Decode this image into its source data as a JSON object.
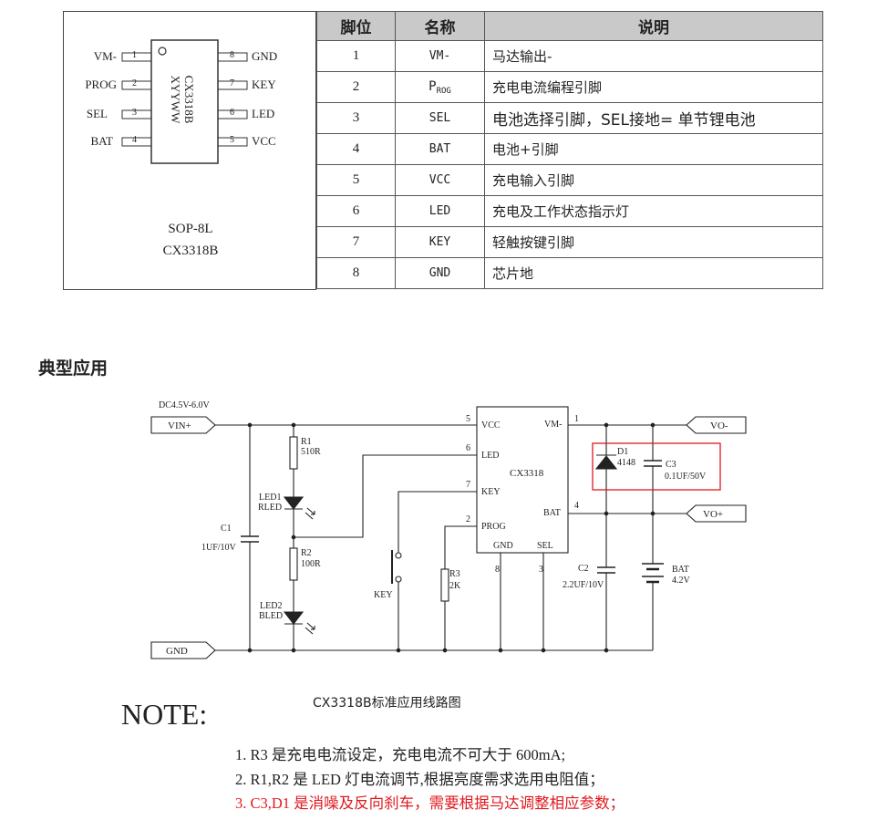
{
  "package": {
    "chip_line1": "CX3318B",
    "chip_line2": "XYYWW",
    "pkg_type": "SOP-8L",
    "part": "CX3318B",
    "pins_left": [
      {
        "num": "1",
        "name": "VM-"
      },
      {
        "num": "2",
        "name": "PROG"
      },
      {
        "num": "3",
        "name": "SEL"
      },
      {
        "num": "4",
        "name": "BAT"
      }
    ],
    "pins_right": [
      {
        "num": "8",
        "name": "GND"
      },
      {
        "num": "7",
        "name": "KEY"
      },
      {
        "num": "6",
        "name": "LED"
      },
      {
        "num": "5",
        "name": "VCC"
      }
    ]
  },
  "pin_table": {
    "headers": [
      "脚位",
      "名称",
      "说明"
    ],
    "rows": [
      {
        "pin": "1",
        "name": "VM-",
        "desc": "马达输出-"
      },
      {
        "pin": "2",
        "name": "P",
        "name_sub": "ROG",
        "desc": "充电电流编程引脚"
      },
      {
        "pin": "3",
        "name": "SEL",
        "desc": "电池选择引脚，SEL接地= 单节锂电池"
      },
      {
        "pin": "4",
        "name": "BAT",
        "desc": "电池+引脚"
      },
      {
        "pin": "5",
        "name": "VCC",
        "desc": "充电输入引脚"
      },
      {
        "pin": "6",
        "name": "LED",
        "desc": "充电及工作状态指示灯"
      },
      {
        "pin": "7",
        "name": "KEY",
        "desc": "轻触按键引脚"
      },
      {
        "pin": "8",
        "name": "GND",
        "desc": "芯片地"
      }
    ]
  },
  "section_title": "典型应用",
  "schematic": {
    "supply": "DC4.5V-6.0V",
    "vin": "VIN+",
    "gnd": "GND",
    "vo_minus": "VO-",
    "vo_plus": "VO+",
    "r1": "R1",
    "r1_val": "510R",
    "led1": "LED1",
    "led1_type": "RLED",
    "r2": "R2",
    "r2_val": "100R",
    "led2": "LED2",
    "led2_type": "BLED",
    "c1": "C1",
    "c1_val": "1UF/10V",
    "key": "KEY",
    "r3": "R3",
    "r3_val": "2K",
    "ic": "CX3318",
    "ic_vcc": "VCC",
    "ic_led": "LED",
    "ic_key": "KEY",
    "ic_prog": "PROG",
    "ic_gnd": "GND",
    "ic_sel": "SEL",
    "ic_vm": "VM-",
    "ic_bat": "BAT",
    "pin5": "5",
    "pin6": "6",
    "pin7": "7",
    "pin2": "2",
    "pin8": "8",
    "pin3": "3",
    "pin1": "1",
    "pin4": "4",
    "d1": "D1",
    "d1_val": "4148",
    "c3": "C3",
    "c3_val": "0.1UF/50V",
    "c2": "C2",
    "c2_val": "2.2UF/10V",
    "bat": "BAT",
    "bat_val": "4.2V",
    "highlight_color": "#e0191f"
  },
  "caption": "CX3318B标准应用线路图",
  "note_title": "NOTE:",
  "notes": [
    "1. R3 是充电电流设定，充电电流不可大于 600mA;",
    "2. R1,R2 是 LED 灯电流调节,根据亮度需求选用电阻值；",
    "3. C3,D1 是消噪及反向刹车，需要根据马达调整相应参数；"
  ]
}
